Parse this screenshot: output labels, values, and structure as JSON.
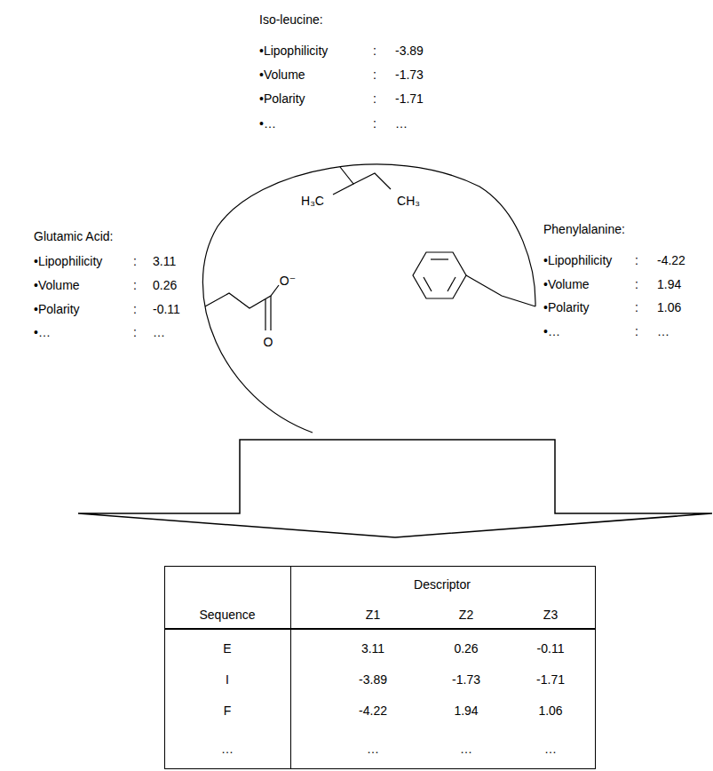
{
  "diagram": {
    "labels": [
      "Iso-leucine:",
      "•Lipophilicity",
      ":",
      "-3.89",
      "•Volume",
      ":",
      "-1.73",
      "•Polarity",
      ":",
      "-1.71",
      "•…",
      ":",
      "…",
      "H₃C",
      "CH₃",
      "Glutamic Acid:",
      "•Lipophilicity",
      ":",
      "3.11",
      "•Volume",
      ":",
      "0.26",
      "•Polarity",
      ":",
      "-0.11",
      "•…",
      ":",
      "…",
      "O⁻",
      "O",
      "Phenylalanine:",
      "•Lipophilicity",
      ":",
      "-4.22",
      "•Volume",
      ":",
      "1.94",
      "•Polarity",
      ":",
      "1.06",
      "•…",
      ":",
      "…",
      "Descriptor",
      "Sequence",
      "Z1",
      "Z2",
      "Z3",
      "E",
      "3.11",
      "0.26",
      "-0.11",
      "I",
      "-3.89",
      "-1.73",
      "-1.71",
      "F",
      "-4.22",
      "1.94",
      "1.06",
      "…",
      "…",
      "…",
      "…"
    ]
  }
}
